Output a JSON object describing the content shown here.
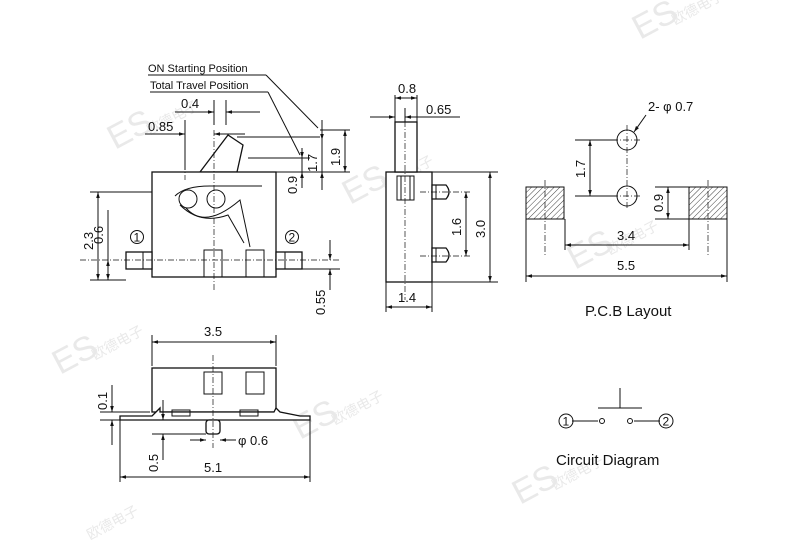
{
  "watermark": {
    "text": "ES",
    "cn": "欧德电子"
  },
  "annotations": {
    "on_starting_position": "ON Starting Position",
    "total_travel_position": "Total Travel Position"
  },
  "front_view": {
    "dim_0_4": "0.4",
    "dim_0_85": "0.85",
    "dim_0_9": "0.9",
    "dim_1_7": "1.7",
    "dim_1_9": "1.9",
    "dim_2_3": "2.3",
    "dim_0_6": "0.6",
    "dim_0_55": "0.55",
    "terminal_1": "1",
    "terminal_2": "2"
  },
  "side_view": {
    "dim_0_8": "0.8",
    "dim_0_65": "0.65",
    "dim_1_6": "1.6",
    "dim_3_0": "3.0",
    "dim_1_4": "1.4"
  },
  "bottom_view": {
    "dim_3_5": "3.5",
    "dim_0_1": "0.1",
    "dim_0_5": "0.5",
    "dim_phi_0_6": "φ 0.6",
    "dim_5_1": "5.1"
  },
  "pcb_layout": {
    "hole_label": "2- φ 0.7",
    "dim_1_7": "1.7",
    "dim_0_9": "0.9",
    "dim_3_4": "3.4",
    "dim_5_5": "5.5",
    "caption": "P.C.B Layout"
  },
  "circuit": {
    "terminal_1": "1",
    "terminal_2": "2",
    "caption": "Circuit Diagram"
  }
}
